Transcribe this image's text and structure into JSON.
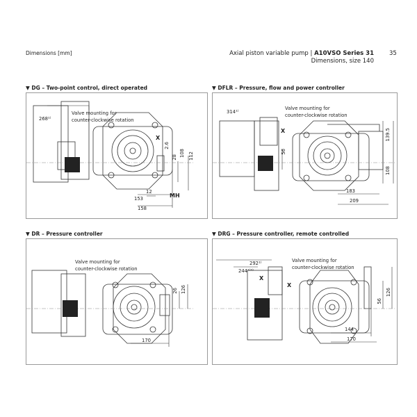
{
  "header": {
    "left": "Dimensions [mm]",
    "right_prefix": "Axial piston variable pump | ",
    "right_bold": "A10VSO Series 31",
    "subtitle": "Dimensions, size 140",
    "page": "35"
  },
  "panels": [
    {
      "title": "▼  DG – Two-point control, direct operated",
      "note1": "Valve mounting for",
      "note2": "counter-clockwise rotation",
      "dims": [
        "268¹⁾",
        "2.6",
        "28",
        "108",
        "112",
        "12",
        "153",
        "158"
      ],
      "ports": [
        "X",
        "MH"
      ]
    },
    {
      "title": "▼  DFLR – Pressure, flow and power controller",
      "note1": "Valve mounting for",
      "note2": "counter-clockwise rotation",
      "dims": [
        "314¹⁾",
        "56",
        "139.5",
        "108",
        "183",
        "209"
      ],
      "ports": [
        "X"
      ]
    },
    {
      "title": "▼  DR – Pressure controller",
      "note1": "Valve mounting for",
      "note2": "counter-clockwise rotation",
      "dims": [
        "26",
        "126",
        "170"
      ],
      "ports": []
    },
    {
      "title": "▼  DRG – Pressure controller, remote controlled",
      "note1": "Valve mounting for",
      "note2": "counter-clockwise rotation",
      "dims": [
        "292¹⁾",
        "244¹⁾²⁾",
        "126",
        "56",
        "144",
        "170"
      ],
      "ports": [
        "X",
        "X"
      ]
    }
  ]
}
